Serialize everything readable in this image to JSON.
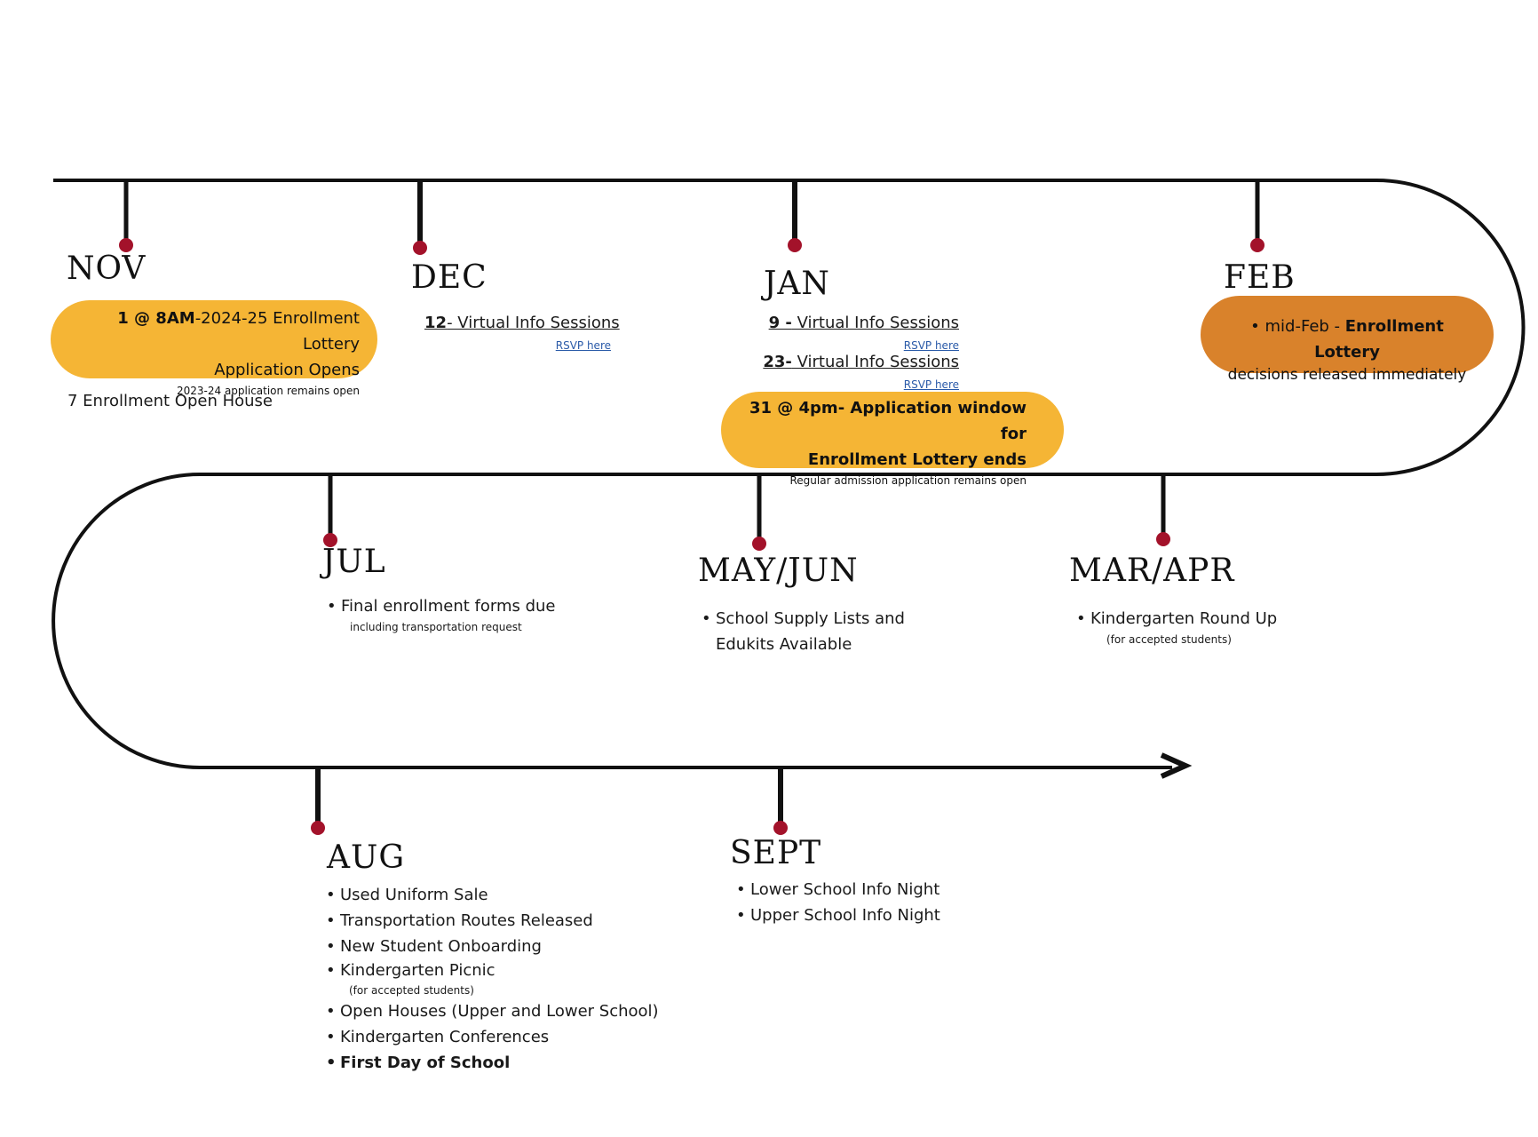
{
  "timeline": {
    "colors": {
      "line": "#111111",
      "dot": "#a3122a",
      "gold": "#f5b535",
      "orange": "#d9822b",
      "link": "#2a5aa8"
    }
  },
  "months": {
    "nov": "NOV",
    "dec": "DEC",
    "jan": "JAN",
    "feb": "FEB",
    "jul": "JUL",
    "mayjun": "MAY/JUN",
    "marapr": "MAR/APR",
    "aug": "AUG",
    "sept": "SEPT"
  },
  "nov": {
    "pill_date": "1 @ 8AM",
    "pill_line1": "-2024-25  Enrollment Lottery",
    "pill_line2": "Application Opens",
    "pill_note": "2023-24 application remains open",
    "open_house": "7  Enrollment Open House"
  },
  "dec": {
    "session_date": "12",
    "session_text": "-  Virtual Info Sessions",
    "rsvp": "RSVP here"
  },
  "jan": {
    "session1_date": "9 -",
    "session1_text": " Virtual Info Sessions",
    "rsvp1": "RSVP here",
    "session2_date": "23-",
    "session2_text": " Virtual Info Sessions",
    "rsvp2": "RSVP here",
    "pill_line1_date": "31 @ 4pm",
    "pill_line1_text": "- Application window for",
    "pill_line2": "Enrollment Lottery ends",
    "pill_note": "Regular admission application remains open"
  },
  "feb": {
    "pill_prefix": "mid-Feb - ",
    "pill_bold": "Enrollment Lottery",
    "pill_line2": "decisions released immediately"
  },
  "marapr": {
    "item": "Kindergarten Round Up",
    "note": "(for accepted students)"
  },
  "mayjun": {
    "line1": "School Supply Lists and",
    "line2": "Edukits Available"
  },
  "jul": {
    "item": "Final enrollment forms due",
    "note": "including transportation request"
  },
  "aug": {
    "items": [
      "Used Uniform Sale",
      "Transportation Routes Released",
      "New Student Onboarding",
      "Kindergarten Picnic",
      "Open Houses (Upper and Lower School)",
      "Kindergarten Conferences",
      "First Day of School"
    ],
    "picnic_note": "(for accepted students)"
  },
  "sept": {
    "items": [
      "Lower School Info Night",
      "Upper School Info Night"
    ]
  }
}
